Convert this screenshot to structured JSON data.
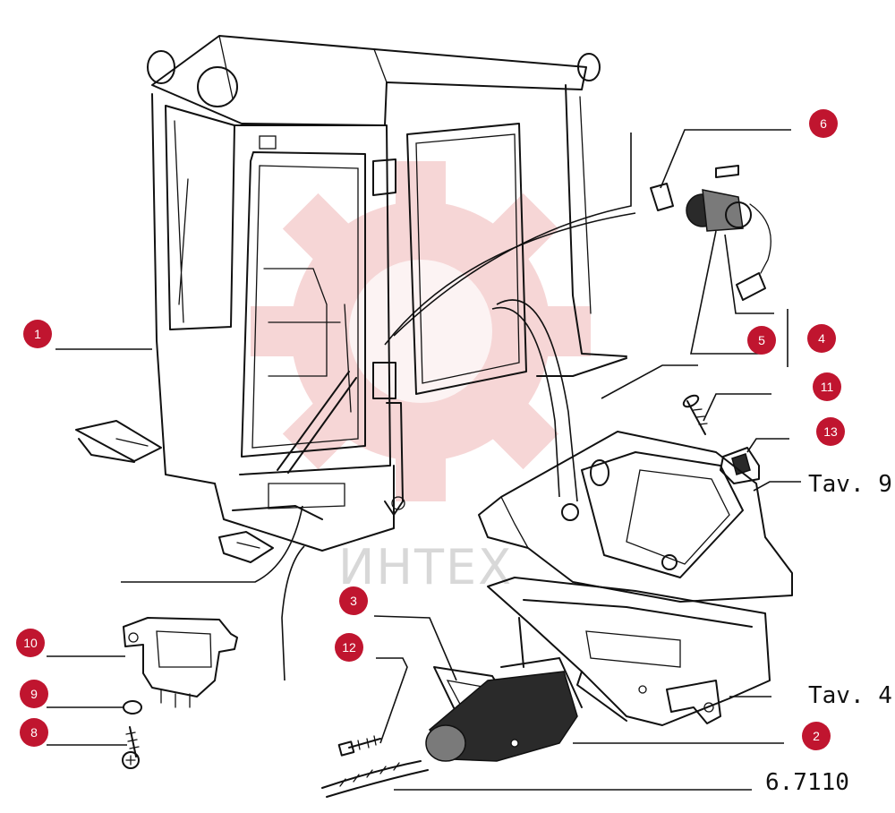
{
  "watermark": {
    "text": "ИНТЕХ"
  },
  "callouts": [
    "1",
    "2",
    "3",
    "4",
    "5",
    "6",
    "8",
    "9",
    "10",
    "11",
    "12",
    "13"
  ],
  "references": {
    "tav9": "Tav. 9",
    "tav4": "Tav. 4",
    "drawing_code": "6.7110"
  },
  "colors": {
    "callout_badge": "#c0152f",
    "line_art": "#111111",
    "watermark": "#f3c9c9"
  }
}
